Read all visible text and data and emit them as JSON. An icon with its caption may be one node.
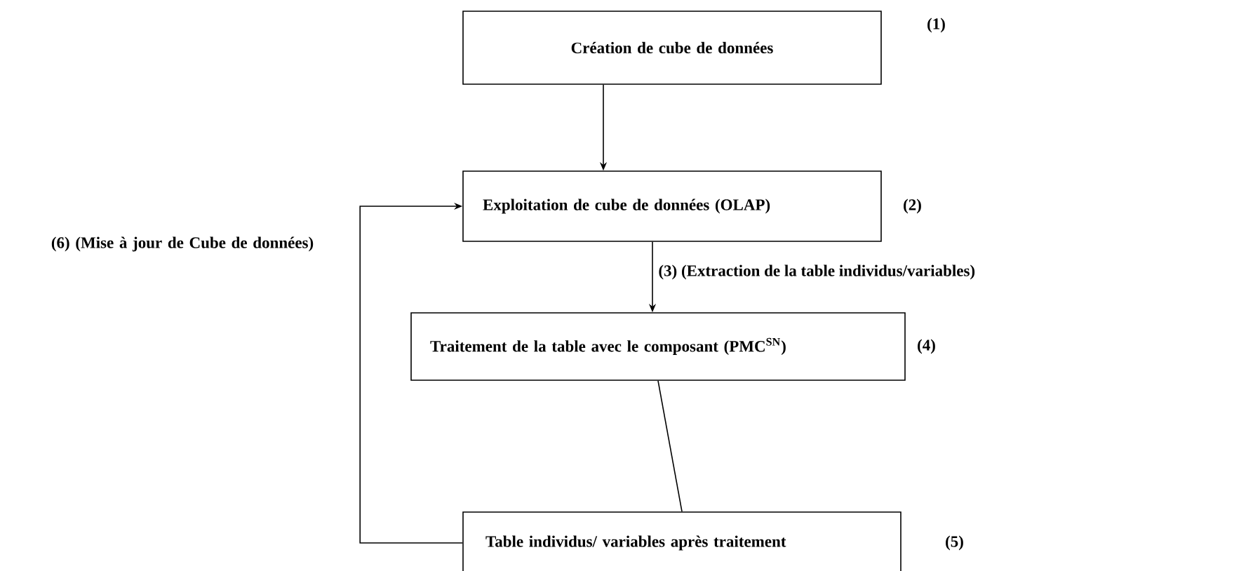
{
  "diagram": {
    "nodes": [
      {
        "text": [
          "Création de cube de données"
        ],
        "beside": [
          "(1)"
        ]
      },
      {
        "text": [
          "Exploitation de cube de données (OLAP)"
        ],
        "beside": [
          "(2)"
        ]
      },
      {
        "text": [
          "Traitement de la table avec le composant (PMC$^{SN}$)"
        ],
        "beside": [
          "(4)"
        ]
      },
      {
        "text": [
          "Table individus/ variables après traitement"
        ],
        "beside": [
          "(5)"
        ]
      }
    ],
    "edges": [
      {
        "from": 0,
        "to": 1,
        "arrow": "to"
      },
      {
        "from": 1,
        "to": 2,
        "arrow": "to",
        "label": "(3) (Extraction de la table individus/variables)"
      },
      {
        "from": 2,
        "to": 3,
        "arrow": "none"
      },
      {
        "from": 3,
        "to": 1,
        "arrow": "to",
        "label": "(6) (Mise à jour de Cube de données)"
      }
    ]
  }
}
